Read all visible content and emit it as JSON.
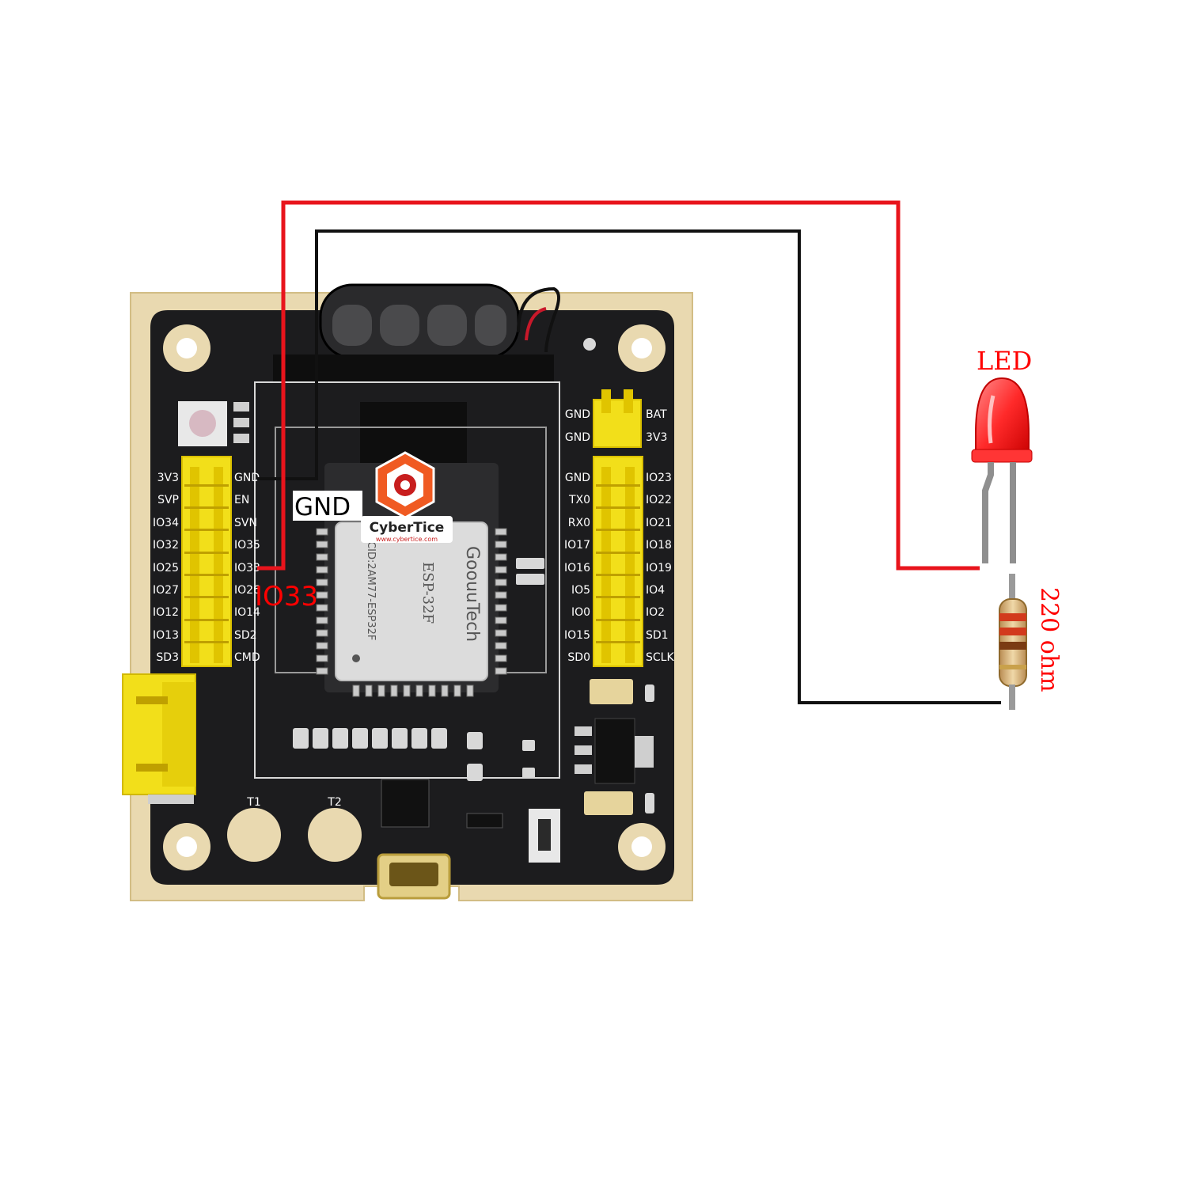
{
  "colors": {
    "board": "#1c1c1e",
    "board_edge": "#e9d9b0",
    "header": "#f2df1a",
    "wire_red": "#e8141c",
    "wire_black": "#111111",
    "label_red": "#ff0000",
    "led": "#ff2a2a",
    "logo": "#f05a22"
  },
  "annotations": {
    "gnd": "GND",
    "io33": "IO33",
    "led": "LED",
    "resistor": "220 ohm"
  },
  "logo": {
    "name": "CyberTice",
    "url": "www.cybertice.com"
  },
  "module": {
    "brand": "GoouuTech",
    "model": "ESP-32F",
    "ccid": "CCID:2AM77-ESP32F"
  },
  "left_header": {
    "outer": [
      "3V3",
      "SVP",
      "IO34",
      "IO32",
      "IO25",
      "IO27",
      "IO12",
      "IO13",
      "SD3"
    ],
    "inner": [
      "GND",
      "EN",
      "SVN",
      "IO35",
      "IO33",
      "IO26",
      "IO14",
      "SD2",
      "CMD"
    ]
  },
  "right_header": {
    "inner": [
      "GND",
      "TX0",
      "RX0",
      "IO17",
      "IO16",
      "IO5",
      "IO0",
      "IO15",
      "SD0"
    ],
    "outer": [
      "IO23",
      "IO22",
      "IO21",
      "IO18",
      "IO19",
      "IO4",
      "IO2",
      "SD1",
      "SCLK"
    ]
  },
  "power_header": {
    "left": [
      "GND",
      "GND"
    ],
    "right": [
      "BAT",
      "3V3"
    ]
  },
  "touch_pads": [
    "T1",
    "T2"
  ]
}
